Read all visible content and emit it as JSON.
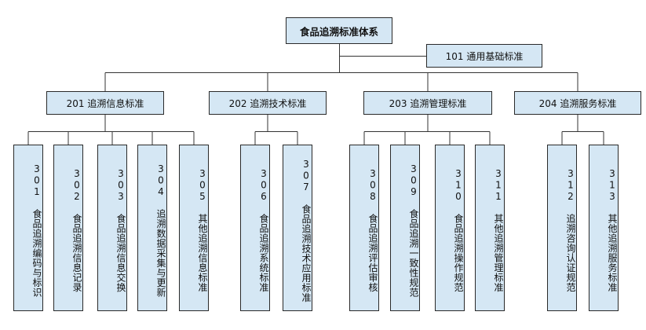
{
  "root": "食品追溯标准体系",
  "general": "101 通用基础标准",
  "categories": [
    {
      "label": "201 追溯信息标准",
      "items": [
        "301 食品追溯编码与标识",
        "302 食品追溯信息记录",
        "303 食品追溯信息交换",
        "304 追溯数据采集与更新",
        "305 其他追溯信息标准"
      ]
    },
    {
      "label": "202 追溯技术标准",
      "items": [
        "306 食品追溯系统标准",
        "307 食品追溯技术应用标准"
      ]
    },
    {
      "label": "203 追溯管理标准",
      "items": [
        "308 食品追溯评估审核",
        "309 食品追溯一致性规范",
        "310 食品追溯操作规范",
        "311 其他追溯管理标准"
      ]
    },
    {
      "label": "204 追溯服务标准",
      "items": [
        "312 追溯咨询认证规范",
        "313 其他追溯服务标准"
      ]
    }
  ]
}
